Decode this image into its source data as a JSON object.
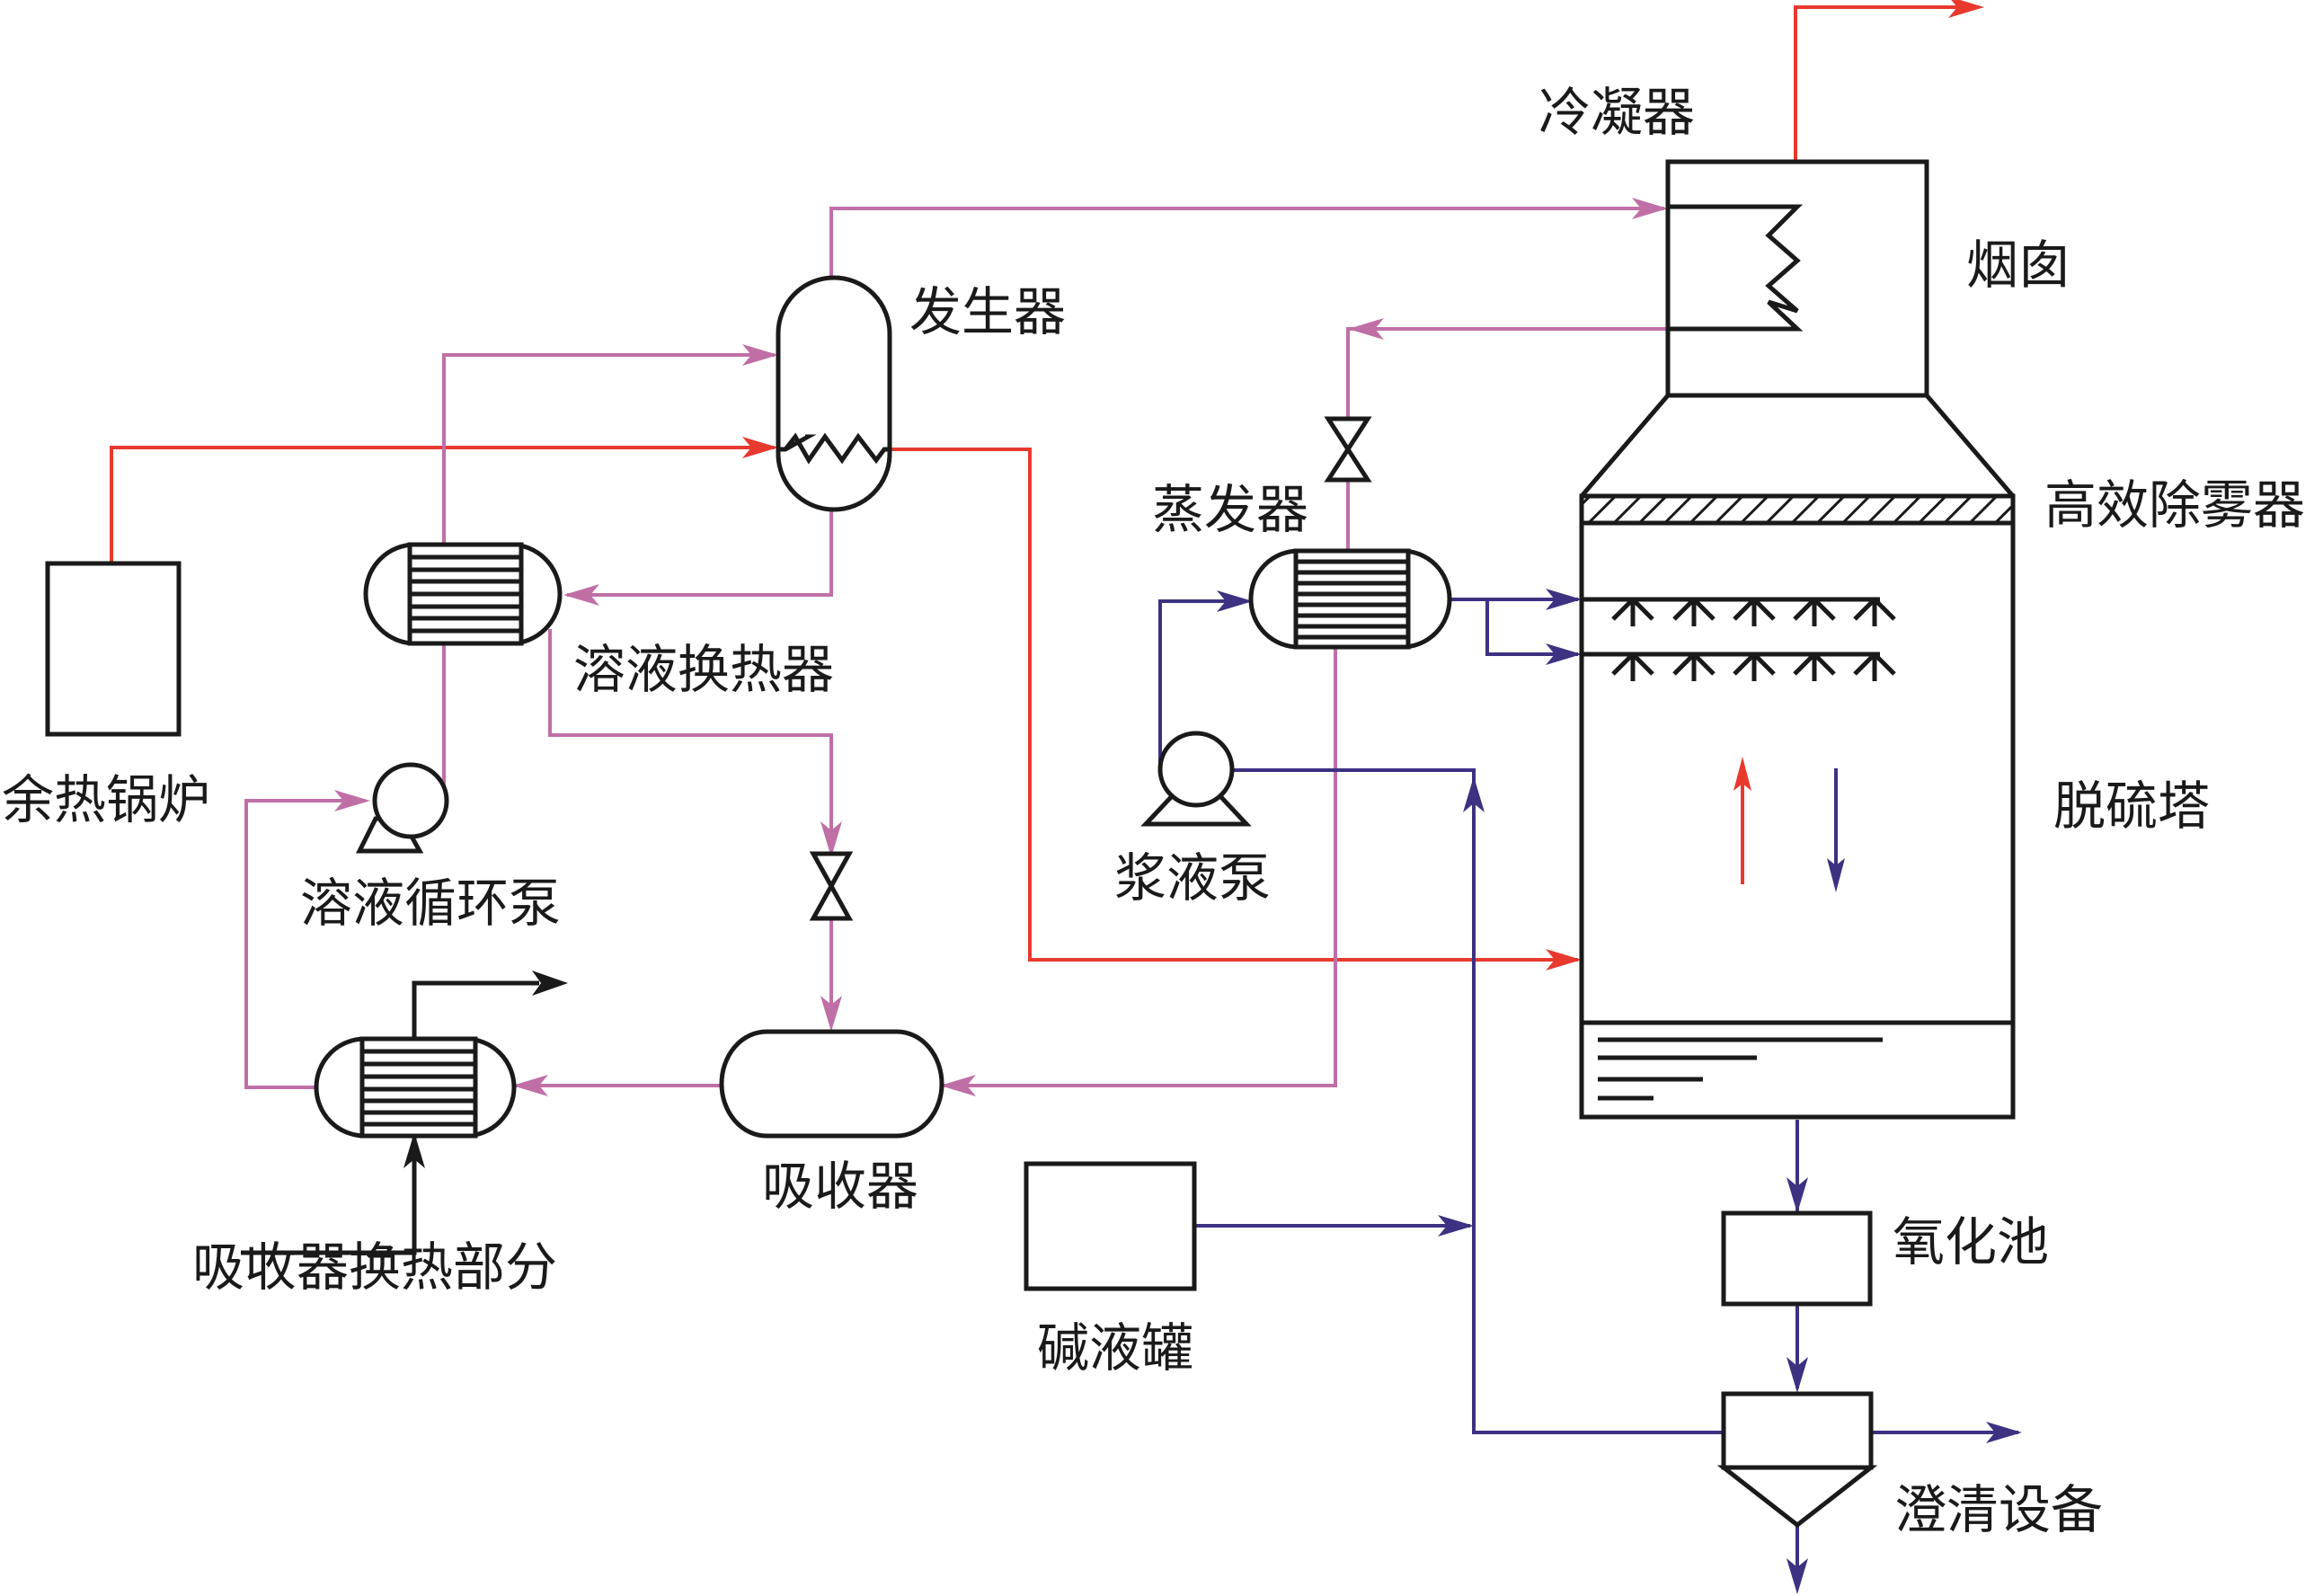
{
  "diagram": {
    "type": "process-flow",
    "legend_colors": {
      "flue_gas": "#e8392f",
      "absorption_solution": "#c06fa6",
      "slurry": "#3c3281",
      "equipment": "#1a1a1a"
    },
    "labels": {
      "condenser": "冷凝器",
      "chimney": "烟囱",
      "generator": "发生器",
      "evaporator": "蒸发器",
      "demister": "高效除雾器",
      "solution_heat_exchanger": "溶液换热器",
      "waste_heat_boiler": "余热锅炉",
      "solution_pump": "溶液循环泵",
      "slurry_pump": "浆液泵",
      "desulfurization_tower": "脱硫塔",
      "absorber": "吸收器",
      "absorber_heat_exchange": "吸收器换热部分",
      "alkali_tank": "碱液罐",
      "oxidation_pond": "氧化池",
      "clarifier": "澄清设备"
    }
  }
}
